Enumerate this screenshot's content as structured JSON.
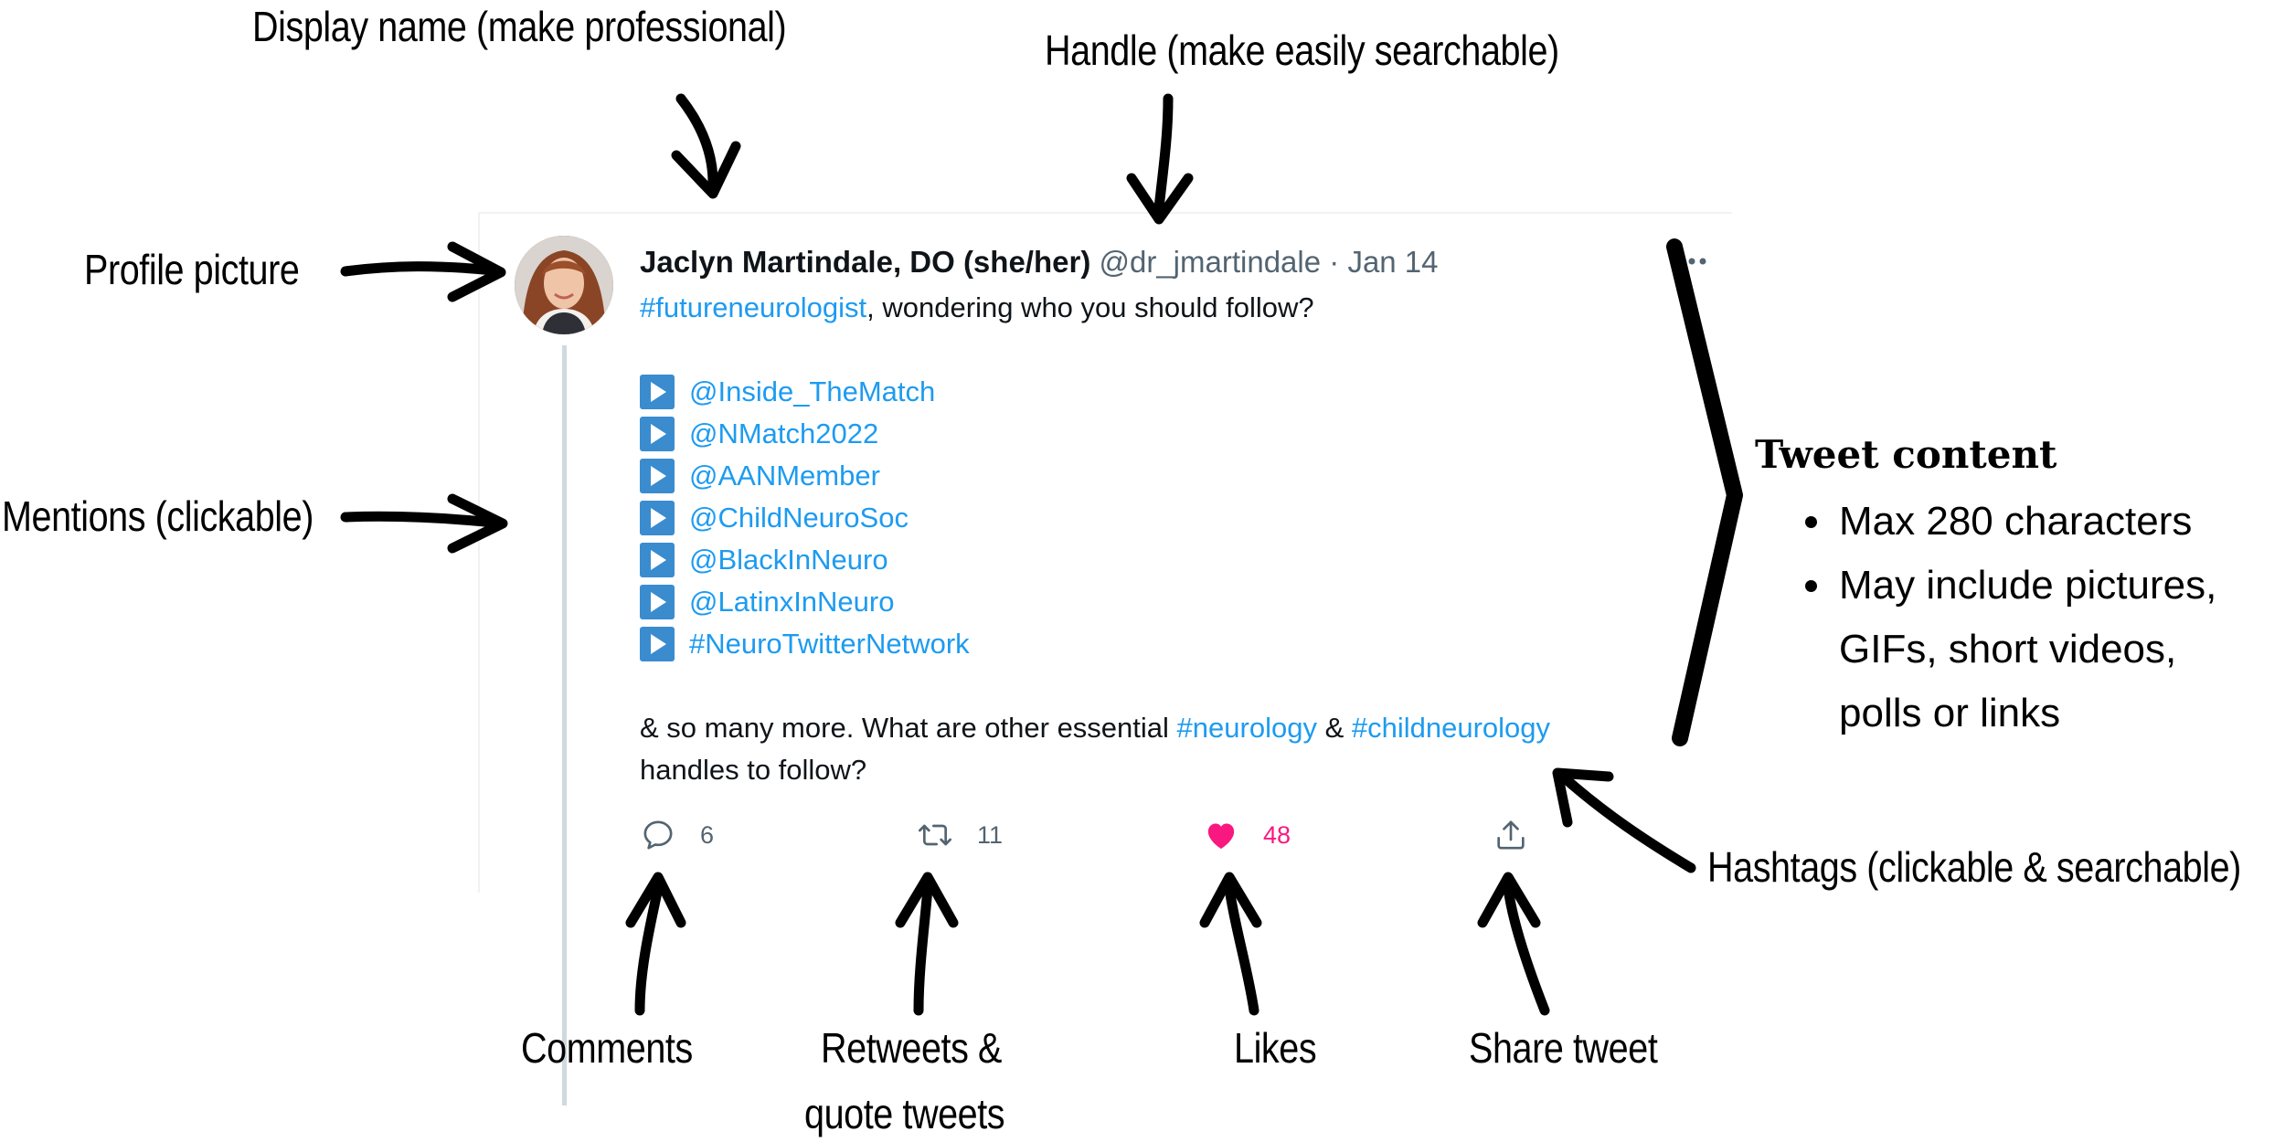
{
  "tweet": {
    "display_name": "Jaclyn Martindale, DO (she/her)",
    "handle": "@dr_jmartindale",
    "separator": "·",
    "date": "Jan 14",
    "intro_hashtag": "#futureneurologist",
    "intro_text": ", wondering who you should follow?",
    "mentions": [
      "@Inside_TheMatch",
      "@NMatch2022",
      "@AANMember",
      "@ChildNeuroSoc",
      "@BlackInNeuro",
      "@LatinxInNeuro",
      "#NeuroTwitterNetwork"
    ],
    "closing_text_1": "& so many more. What are other essential ",
    "closing_hashtag_1": "#neurology",
    "closing_amp": " & ",
    "closing_hashtag_2": "#childneurology",
    "closing_text_2": "handles to follow?",
    "actions": {
      "reply_count": "6",
      "retweet_count": "11",
      "like_count": "48",
      "reply_icon": "comment-icon",
      "retweet_icon": "retweet-icon",
      "like_icon": "heart-icon",
      "share_icon": "share-icon"
    },
    "colors": {
      "link": "#1d9bf0",
      "like": "#f91880",
      "muted": "#536471",
      "text": "#0f1419"
    }
  },
  "annotations": {
    "display_name": "Display name (make professional)",
    "handle": "Handle (make easily searchable)",
    "profile_picture": "Profile picture",
    "mentions": "Mentions (clickable)",
    "hashtags": "Hashtags (clickable & searchable)",
    "comments": "Comments",
    "retweets_line1": "Retweets &",
    "retweets_line2": "quote tweets",
    "likes": "Likes",
    "share": "Share tweet",
    "tweet_content": {
      "title": "Tweet  content",
      "bullets": [
        "Max 280 characters",
        "May include pictures, GIFs, short videos, polls or links"
      ]
    }
  }
}
